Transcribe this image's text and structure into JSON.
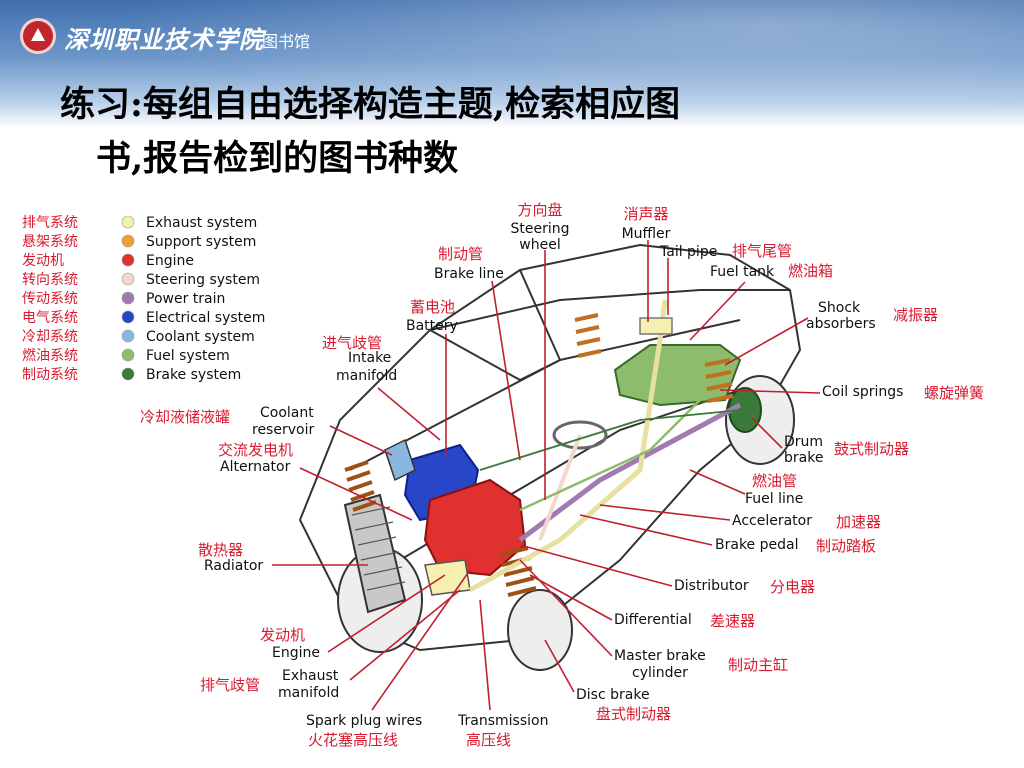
{
  "header": {
    "school_name": "深圳职业技术学院",
    "library_name": "图书馆"
  },
  "title": {
    "line1": "练习:每组自由选择构造主题,检索相应图",
    "line2": "书,报告检到的图书种数"
  },
  "legend": [
    {
      "zh": "排气系统",
      "en": "Exhaust system",
      "color": "#f5f0b0"
    },
    {
      "zh": "悬架系统",
      "en": "Support system",
      "color": "#f0a030"
    },
    {
      "zh": "发动机",
      "en": "Engine",
      "color": "#e03030"
    },
    {
      "zh": "转向系统",
      "en": "Steering system",
      "color": "#f2d8cc"
    },
    {
      "zh": "传动系统",
      "en": "Power train",
      "color": "#a07ab0"
    },
    {
      "zh": "电气系统",
      "en": "Electrical system",
      "color": "#2846c8"
    },
    {
      "zh": "冷却系统",
      "en": "Coolant system",
      "color": "#88b8e0"
    },
    {
      "zh": "燃油系统",
      "en": "Fuel system",
      "color": "#8cbc6c"
    },
    {
      "zh": "制动系统",
      "en": "Brake system",
      "color": "#3a7a3a"
    }
  ],
  "labels": {
    "steering_wheel": {
      "zh": "方向盘",
      "en1": "Steering",
      "en2": "wheel"
    },
    "muffler": {
      "zh": "消声器",
      "en": "Muffler"
    },
    "tail_pipe": {
      "zh": "排气尾管",
      "en": "Tail pipe"
    },
    "fuel_tank": {
      "zh": "燃油箱",
      "en": "Fuel tank"
    },
    "brake_line": {
      "zh": "制动管",
      "en": "Brake line"
    },
    "battery": {
      "zh": "蓄电池",
      "en": "Battery"
    },
    "shock_absorbers": {
      "zh": "减振器",
      "en1": "Shock",
      "en2": "absorbers"
    },
    "intake_manifold": {
      "zh": "进气歧管",
      "en1": "Intake",
      "en2": "manifold"
    },
    "coil_springs": {
      "zh": "螺旋弹簧",
      "en": "Coil  springs"
    },
    "coolant_reservoir": {
      "zh": "冷却液储液罐",
      "en1": "Coolant",
      "en2": "reservoir"
    },
    "drum_brake": {
      "zh": "鼓式制动器",
      "en1": "Drum",
      "en2": "brake"
    },
    "alternator": {
      "zh": "交流发电机",
      "en": "Alternator"
    },
    "fuel_line": {
      "zh": "燃油管",
      "en": "Fuel line"
    },
    "accelerator": {
      "zh": "加速器",
      "en": "Accelerator"
    },
    "brake_pedal": {
      "zh": "制动踏板",
      "en": "Brake pedal"
    },
    "radiator": {
      "zh": "散热器",
      "en": "Radiator"
    },
    "distributor": {
      "zh": "分电器",
      "en": "Distributor"
    },
    "differential": {
      "zh": "差速器",
      "en": "Differential"
    },
    "engine": {
      "zh": "发动机",
      "en": "Engine"
    },
    "master_brake_cylinder": {
      "zh": "制动主缸",
      "en1": "Master brake",
      "en2": "cylinder"
    },
    "exhaust_manifold": {
      "zh": "排气歧管",
      "en1": "Exhaust",
      "en2": "manifold"
    },
    "disc_brake": {
      "zh": "盘式制动器",
      "en": "Disc brake"
    },
    "spark_plug_wires": {
      "zh": "火花塞高压线",
      "en": "Spark plug wires"
    },
    "transmission": {
      "zh": "高压线",
      "en": "Transmission"
    }
  }
}
